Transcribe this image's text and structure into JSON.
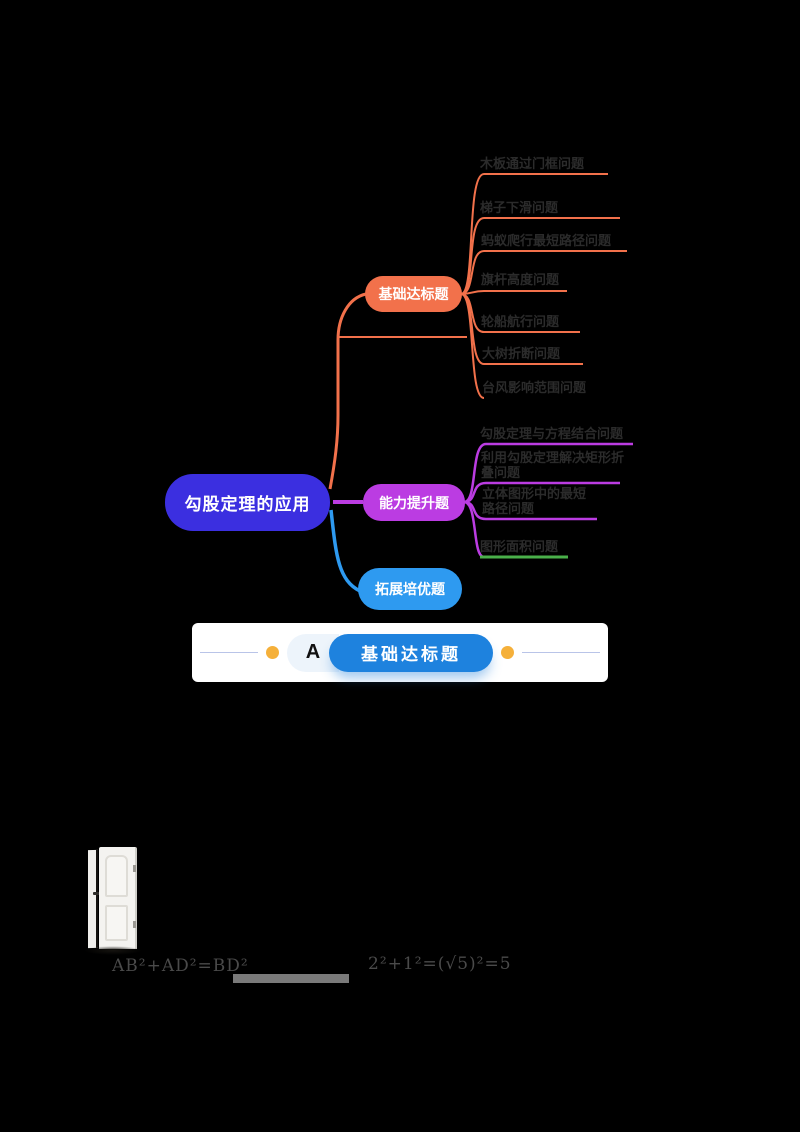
{
  "mindmap": {
    "root": {
      "label": "勾股定理的应用",
      "color": "#3b2fe0"
    },
    "branches": [
      {
        "label": "基础达标题",
        "color": "#f2714b",
        "items": [
          {
            "text": "木板通过门框问题"
          },
          {
            "text": "梯子下滑问题"
          },
          {
            "text": "蚂蚁爬行最短路径问题"
          },
          {
            "text": "旗杆高度问题"
          },
          {
            "text": "轮船航行问题"
          },
          {
            "text": "大树折断问题"
          },
          {
            "text": "台风影响范围问题"
          }
        ]
      },
      {
        "label": "能力提升题",
        "color": "#bb3ce2",
        "items": [
          {
            "text": "勾股定理与方程结合问题"
          },
          {
            "text": "利用勾股定理解决矩形折叠问题"
          },
          {
            "text": "立体图形中的最短路径问题"
          },
          {
            "text": "图形面积问题"
          }
        ]
      },
      {
        "label": "拓展培优题",
        "color": "#2e9af0",
        "items": []
      }
    ]
  },
  "banner": {
    "letter": "A",
    "title": "基础达标题",
    "pill_color": "#1e82de",
    "dot_color": "#f5b03a"
  },
  "figure": {
    "door_icon": "door-illustration"
  },
  "bottom": {
    "left_formula": "AB²+AD²=BD²",
    "right_formula": "2²+1²=(√5)²=5"
  },
  "colors": {
    "branch_basic": "#f2714b",
    "branch_ability": "#bb3ce2",
    "branch_extend": "#2e9af0",
    "leaf_underline_green": "#4ab04a",
    "root_blue": "#3b2fe0"
  }
}
